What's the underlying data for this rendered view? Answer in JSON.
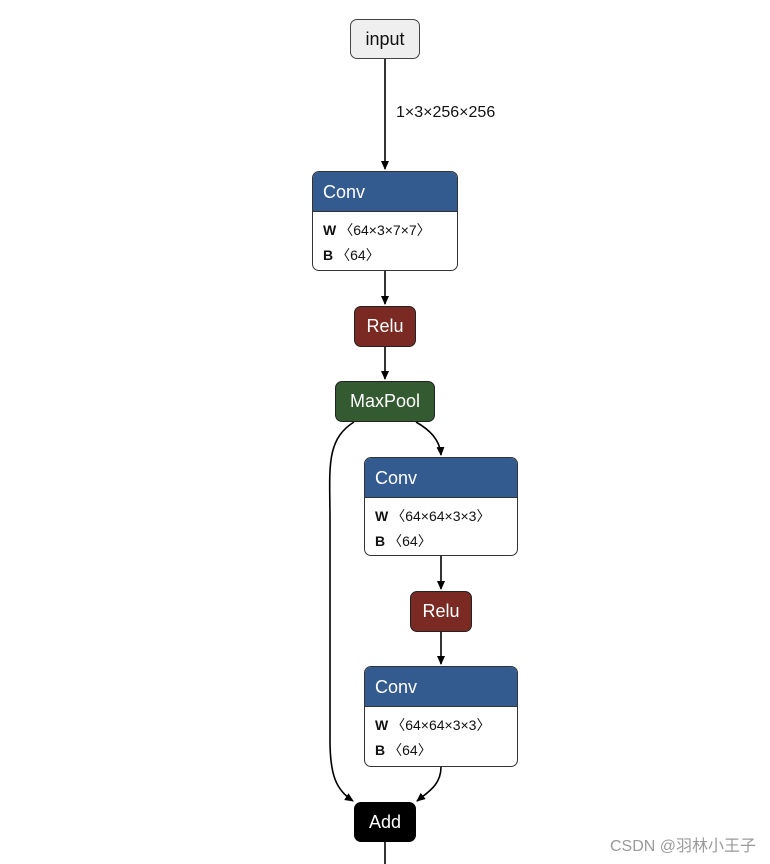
{
  "nodes": {
    "input": {
      "label": "input"
    },
    "conv1": {
      "title": "Conv",
      "w_label": "W",
      "w_shape": "〈64×3×7×7〉",
      "b_label": "B",
      "b_shape": "〈64〉"
    },
    "relu1": {
      "label": "Relu"
    },
    "maxpool": {
      "label": "MaxPool"
    },
    "conv2": {
      "title": "Conv",
      "w_label": "W",
      "w_shape": "〈64×64×3×3〉",
      "b_label": "B",
      "b_shape": "〈64〉"
    },
    "relu2": {
      "label": "Relu"
    },
    "conv3": {
      "title": "Conv",
      "w_label": "W",
      "w_shape": "〈64×64×3×3〉",
      "b_label": "B",
      "b_shape": "〈64〉"
    },
    "add": {
      "label": "Add"
    }
  },
  "edges": {
    "input_shape": "1×3×256×256"
  },
  "colors": {
    "conv_header": "#345b8f",
    "relu": "#7a2a22",
    "maxpool": "#345a31",
    "add": "#000000",
    "input": "#efefef"
  },
  "watermark": "CSDN @羽林小王子"
}
